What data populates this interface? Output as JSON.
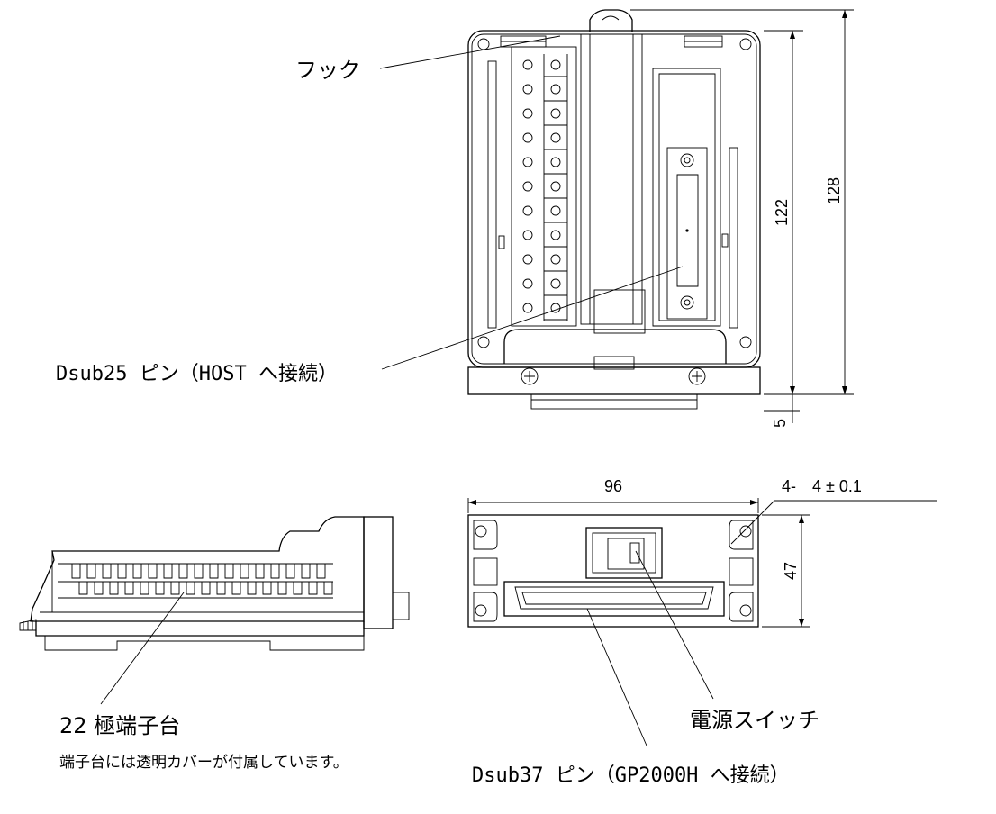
{
  "labels": {
    "hook": "フック",
    "dsub25": "Dsub25 ピン（HOST へ接続）",
    "terminal_block": "22 極端子台",
    "terminal_note": "端子台には透明カバーが付属しています。",
    "power_switch": "電源スイッチ",
    "dsub37": "Dsub37 ピン（GP2000H へ接続）"
  },
  "dimensions": {
    "height_inner": "122",
    "height_outer": "128",
    "bottom_offset": "5",
    "width": "96",
    "hole_spec": "4-　4 ± 0.1",
    "depth": "47"
  }
}
